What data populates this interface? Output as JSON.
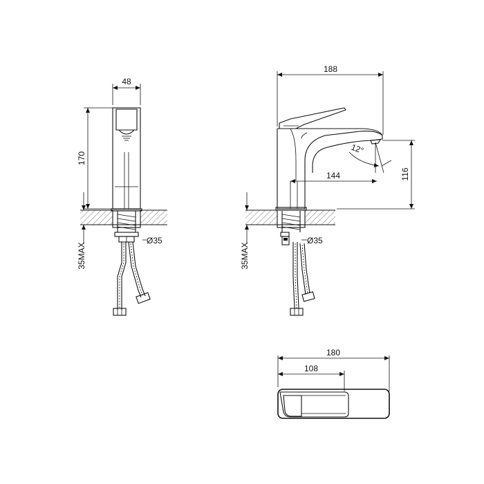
{
  "front_view": {
    "width_label": "48",
    "height_label": "170",
    "diameter_label": "Ø35",
    "max_label": "35MAX"
  },
  "side_view": {
    "width_label": "188",
    "spout_label": "144",
    "height_label": "116",
    "angle_label": "12°",
    "diameter_label": "Ø35",
    "max_label": "35MAX"
  },
  "top_view": {
    "width_label": "180",
    "handle_label": "108"
  }
}
